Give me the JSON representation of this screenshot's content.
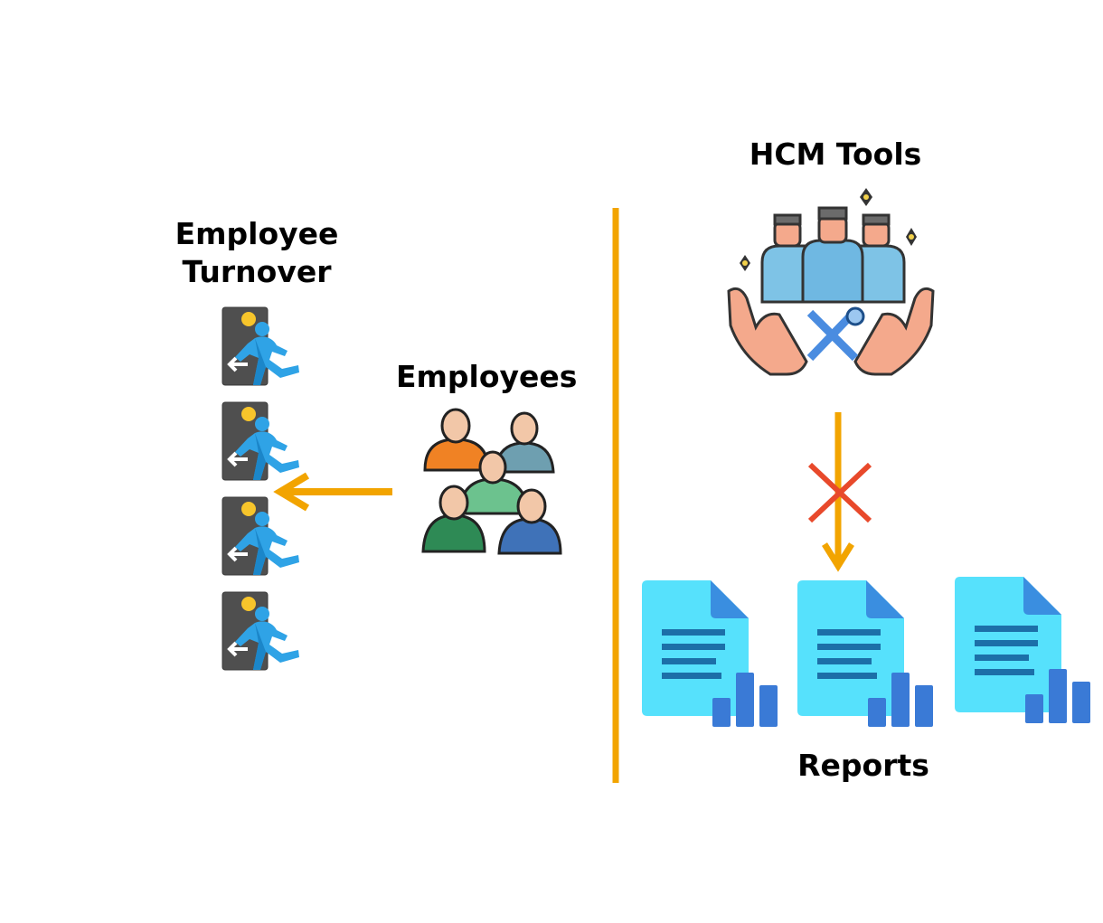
{
  "labels": {
    "turnover_line1": "Employee",
    "turnover_line2": "Turnover",
    "employees": "Employees",
    "hcm_tools": "HCM Tools",
    "reports": "Reports"
  },
  "colors": {
    "arrow": "#F2A400",
    "divider": "#F2A400",
    "blocked": "#E8492B",
    "door": "#505050",
    "runner": "#2FA3E6",
    "head": "#F7C52B",
    "report": "#56E1FC",
    "report_fold": "#3A8EE0",
    "report_lines": "#1C6FA8",
    "report_bars": "#3A7AD6"
  },
  "icons": {
    "turnover": "exit-runner-icon",
    "employees": "group-people-icon",
    "hcm": "hands-team-tools-icon",
    "report": "report-document-icon",
    "blocked": "cross-mark-icon"
  }
}
